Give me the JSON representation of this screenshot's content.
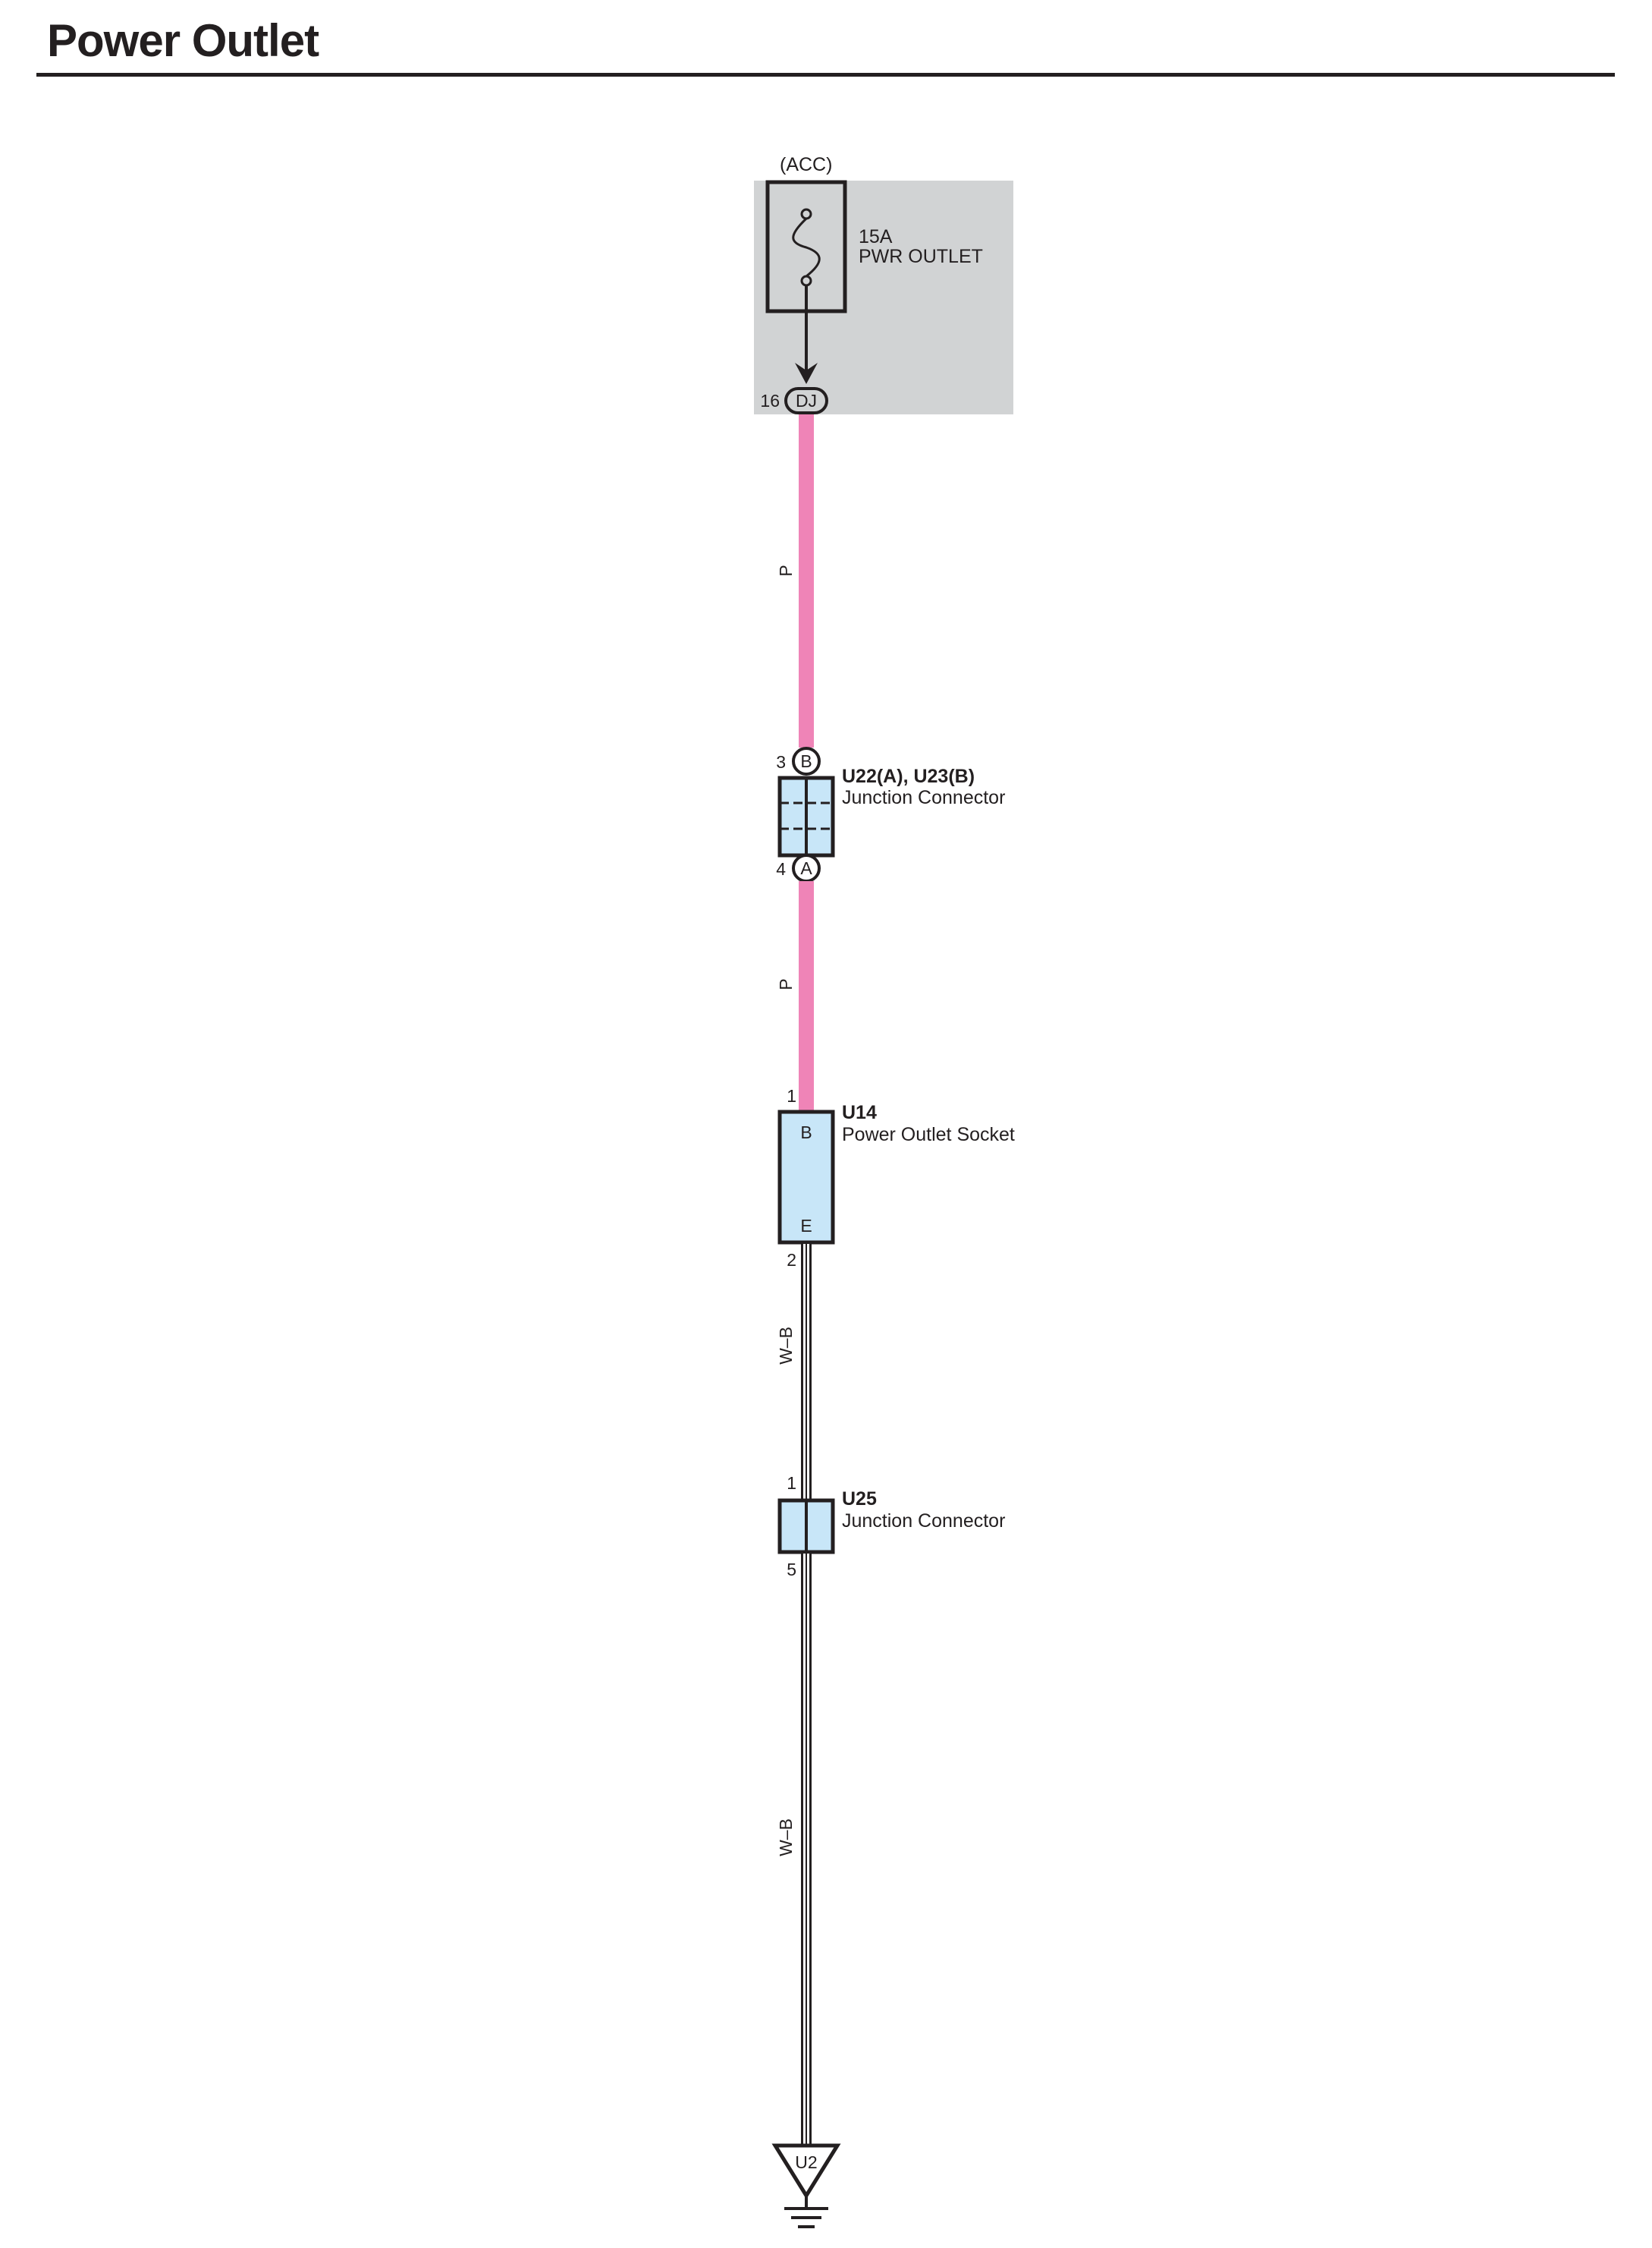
{
  "title": "Power Outlet",
  "colors": {
    "wire_pink": "#ef84b7",
    "fuse_block_bg": "#d1d3d4",
    "component_fill": "#c8e6f8",
    "ink": "#231f20"
  },
  "fuse": {
    "power_source": "(ACC)",
    "rating": "15A",
    "name": "PWR OUTLET",
    "connector_pin": "16",
    "connector_id": "DJ"
  },
  "wires": {
    "upper_color_code": "P",
    "middle_color_code": "P",
    "lower_color_code_1": "W–B",
    "lower_color_code_2": "W–B"
  },
  "junction_u22": {
    "id": "U22(A), U23(B)",
    "description": "Junction Connector",
    "pin_top": "3",
    "connector_top": "B",
    "pin_bottom": "4",
    "connector_bottom": "A"
  },
  "socket_u14": {
    "id": "U14",
    "description": "Power Outlet Socket",
    "pin_top": "1",
    "terminal_top": "B",
    "terminal_bottom": "E",
    "pin_bottom": "2"
  },
  "junction_u25": {
    "id": "U25",
    "description": "Junction Connector",
    "pin_top": "1",
    "pin_bottom": "5"
  },
  "ground": {
    "id": "U2"
  }
}
